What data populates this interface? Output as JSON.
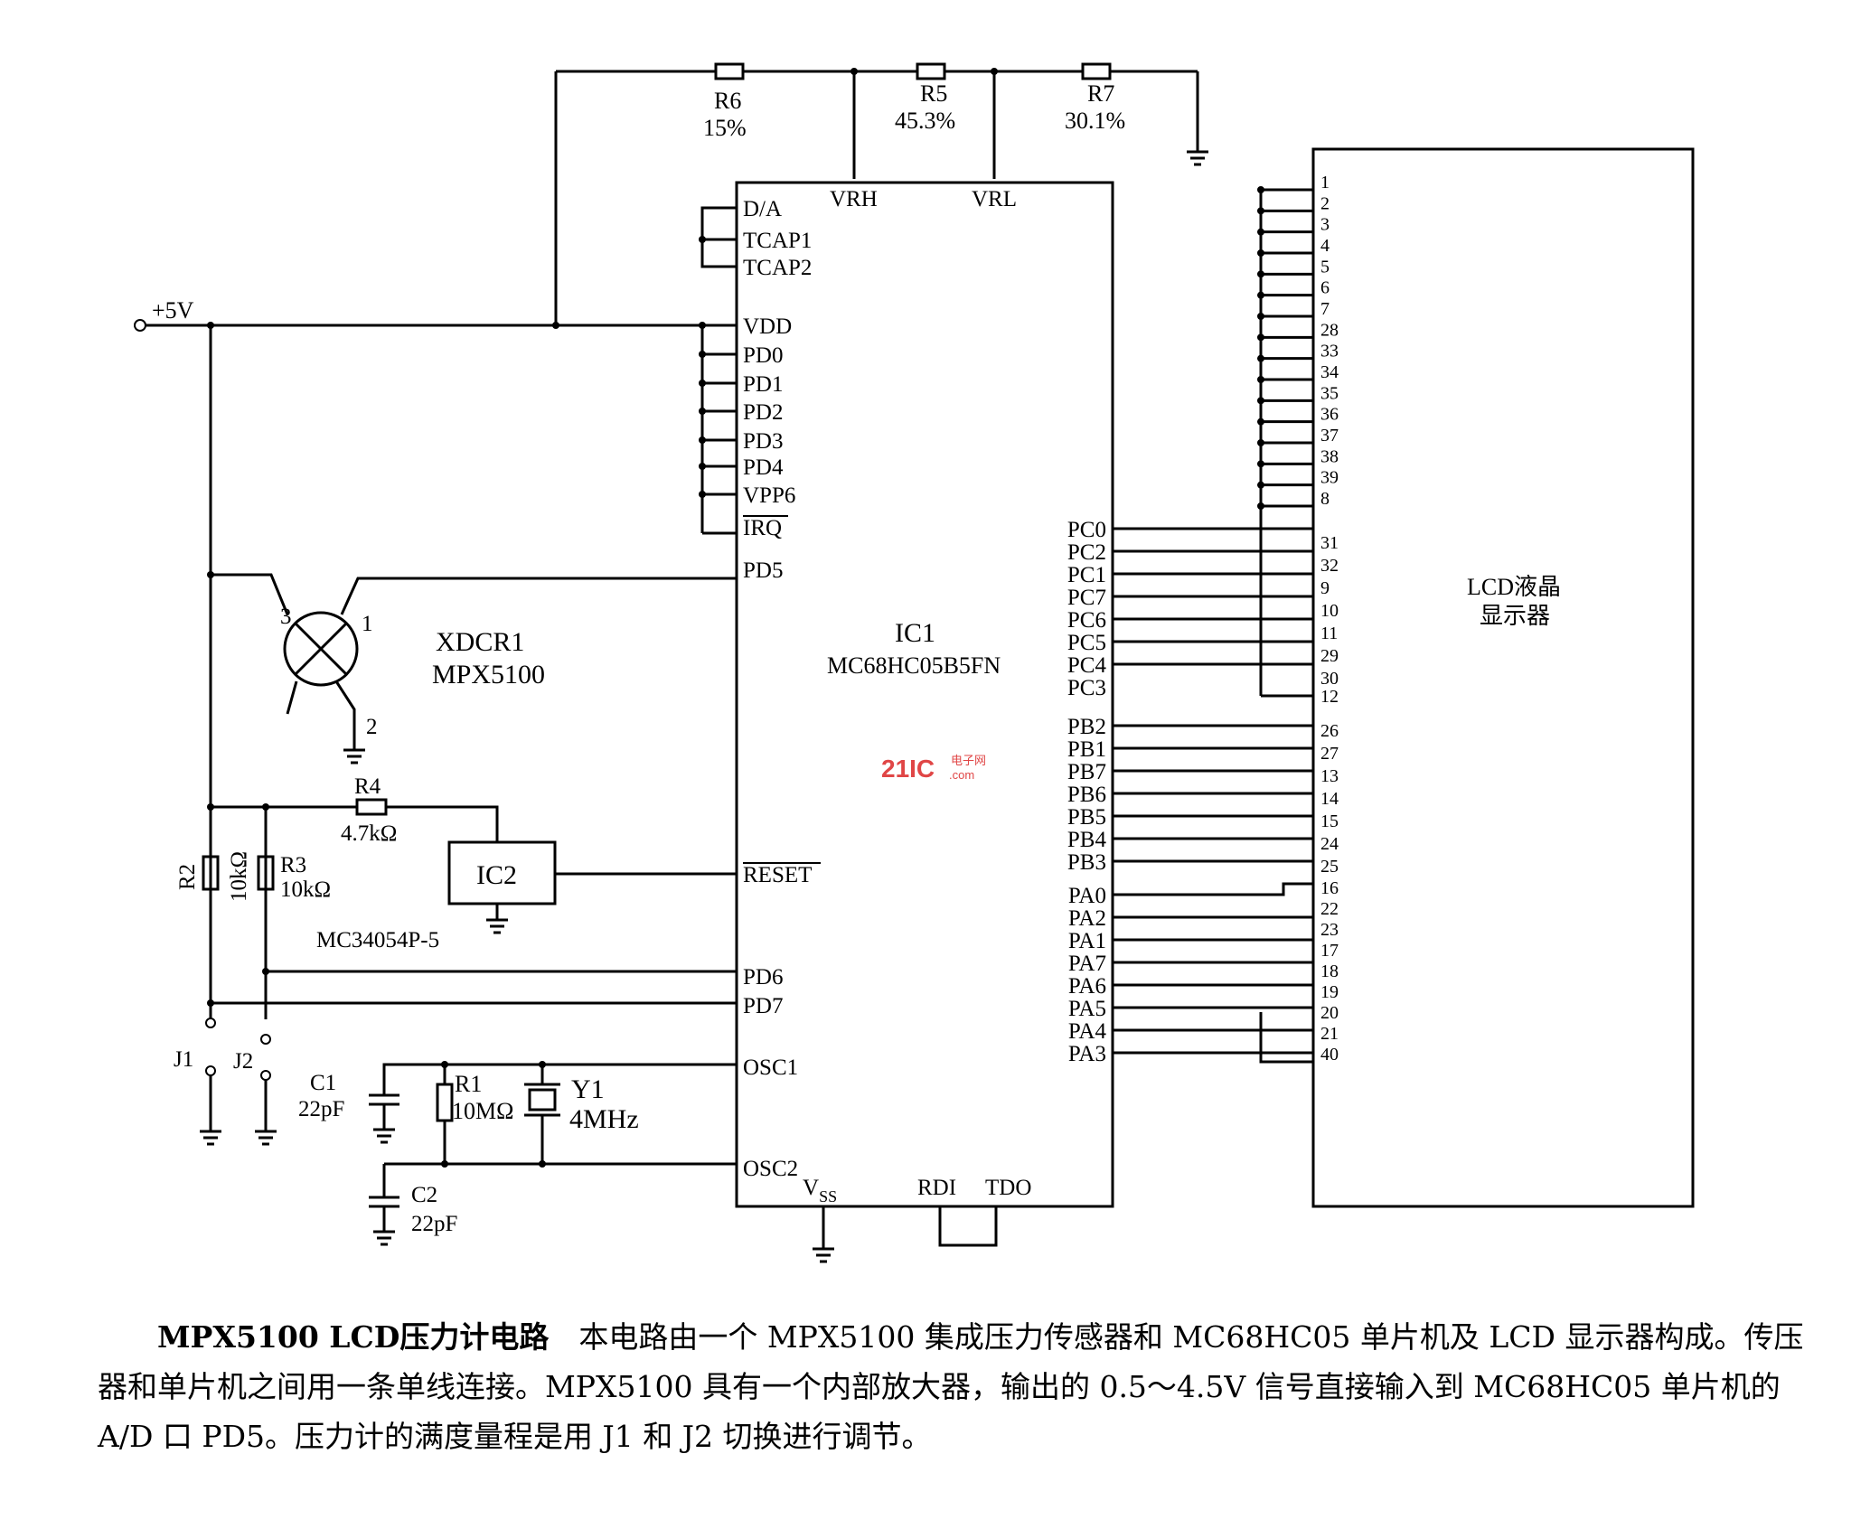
{
  "labels": {
    "r6": "R6",
    "r6_value": "15%",
    "r5": "R5",
    "r5_value": "45.3%",
    "r7": "R7",
    "r7_value": "30.1%",
    "supply": "+5V",
    "xdcr": "XDCR1",
    "xdcr_part": "MPX5100",
    "xdcr_pin1": "1",
    "xdcr_pin2": "2",
    "xdcr_pin3": "3",
    "r4": "R4",
    "r4_value": "4.7kΩ",
    "r2": "R2",
    "r2_value": "10kΩ",
    "r3": "R3",
    "r3_value": "10kΩ",
    "ic2": "IC2",
    "ic2_part": "MC34054P-5",
    "j1": "J1",
    "j2": "J2",
    "c1": "C1",
    "c1_value": "22pF",
    "r1": "R1",
    "r1_value": "10MΩ",
    "y1": "Y1",
    "y1_value": "4MHz",
    "c2": "C2",
    "c2_value": "22pF",
    "ic1": "IC1",
    "ic1_part": "MC68HC05B5FN",
    "vrh": "VRH",
    "vrl": "VRL",
    "vss": "V",
    "vss_sub": "SS",
    "rdi": "RDI",
    "tdo": "TDO",
    "lcd_line1": "LCD液晶",
    "lcd_line2": "显示器",
    "watermark": "21IC",
    "watermark_small": "电子网",
    "watermark_com": ".com"
  },
  "ic1_left_pins": [
    "D/A",
    "TCAP1",
    "TCAP2",
    "VDD",
    "PD0",
    "PD1",
    "PD2",
    "PD3",
    "PD4",
    "VPP6",
    "IRQ",
    "PD5",
    "RESET",
    "PD6",
    "PD7",
    "OSC1",
    "OSC2"
  ],
  "ic1_right_pins": [
    "PC0",
    "PC2",
    "PC1",
    "PC7",
    "PC6",
    "PC5",
    "PC4",
    "PC3",
    "PB2",
    "PB1",
    "PB7",
    "PB6",
    "PB5",
    "PB4",
    "PB3",
    "PA0",
    "PA2",
    "PA1",
    "PA7",
    "PA6",
    "PA5",
    "PA4",
    "PA3"
  ],
  "lcd_pins_top": [
    "1",
    "2",
    "3",
    "4",
    "5",
    "6",
    "7",
    "28",
    "33",
    "34",
    "35",
    "36",
    "37",
    "38",
    "39",
    "8"
  ],
  "lcd_pins_signal": [
    "31",
    "32",
    "9",
    "10",
    "11",
    "29",
    "30",
    "12",
    "26",
    "27",
    "13",
    "14",
    "15",
    "24",
    "25",
    "16",
    "22",
    "23",
    "17",
    "18",
    "19",
    "20",
    "21",
    "40"
  ],
  "caption": {
    "title": "MPX5100 LCD压力计电路",
    "body": "本电路由一个 MPX5100 集成压力传感器和 MC68HC05 单片机及 LCD 显示器构成。传压器和单片机之间用一条单线连接。MPX5100 具有一个内部放大器，输出的 0.5～4.5V 信号直接输入到 MC68HC05 单片机的 A/D 口 PD5。压力计的满度量程是用 J1 和 J2 切换进行调节。"
  }
}
